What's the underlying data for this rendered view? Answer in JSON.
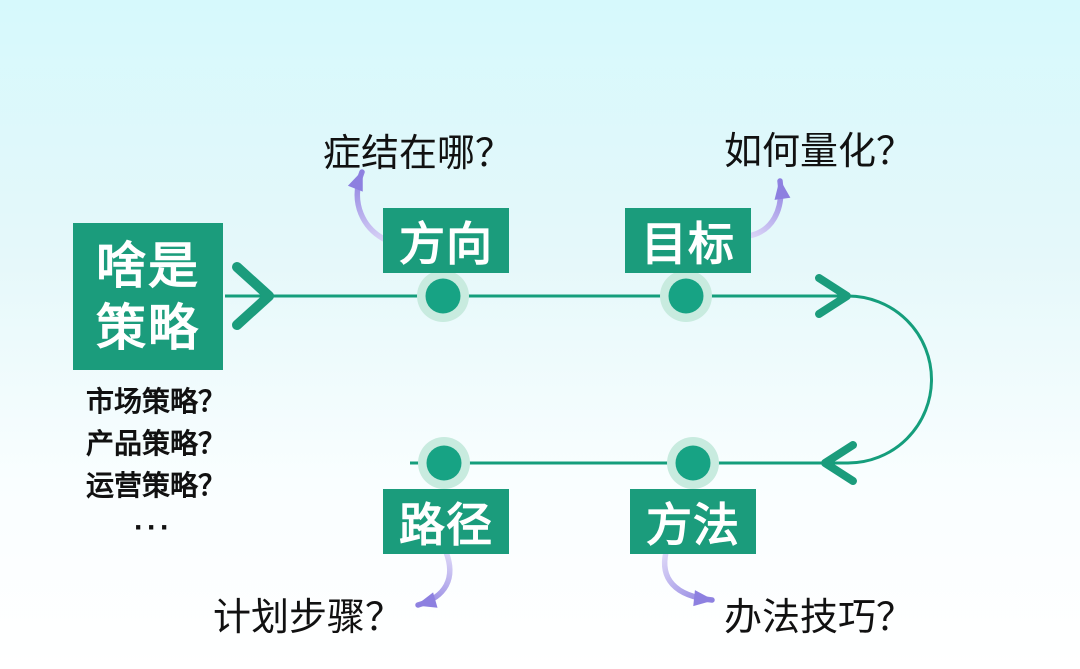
{
  "title_box": {
    "line1": "啥是",
    "line2": "策略"
  },
  "sub_list": {
    "items": [
      "市场策略？",
      "产品策略？",
      "运营策略？",
      "···"
    ]
  },
  "nodes": {
    "direction": {
      "label": "方向",
      "question": "症结在哪？"
    },
    "goal": {
      "label": "目标",
      "question": "如何量化？"
    },
    "path": {
      "label": "路径",
      "question": "计划步骤？"
    },
    "method": {
      "label": "方法",
      "question": "办法技巧？"
    }
  },
  "colors": {
    "box_green": "#1b9c7c",
    "line_green": "#159e7c",
    "dot_green": "#17a384",
    "dot_halo": "#c8ebdf",
    "arrow_purple_dark": "#8d80e0",
    "arrow_purple_light": "#dcd6f7",
    "text_black": "#111111",
    "bg_top": "#d6f9fc",
    "bg_bottom": "#ffffff"
  }
}
